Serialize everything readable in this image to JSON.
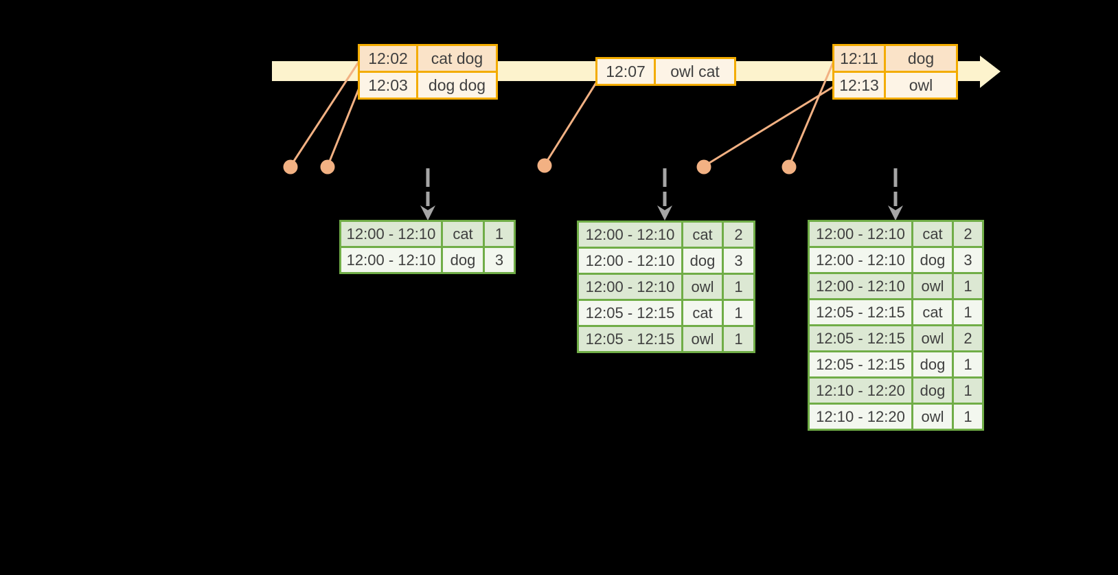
{
  "colors": {
    "background": "#000000",
    "timeline_fill": "#fdf3cd",
    "event_table_border": "#f3ac00",
    "event_row_dark": "#fae3c8",
    "event_row_light": "#fdf4e6",
    "result_table_border": "#70ad47",
    "result_row_dark": "#dce8d3",
    "result_row_light": "#f3f7ef",
    "connector_orange": "#f2b183",
    "trigger_arrow_gray": "#a6a6a6",
    "table_text": "#3f3f3f"
  },
  "event_tables": [
    {
      "rows": [
        {
          "time": "12:02",
          "words": "cat dog"
        },
        {
          "time": "12:03",
          "words": "dog dog"
        }
      ]
    },
    {
      "rows": [
        {
          "time": "12:07",
          "words": "owl cat"
        }
      ]
    },
    {
      "rows": [
        {
          "time": "12:11",
          "words": "dog"
        },
        {
          "time": "12:13",
          "words": "owl"
        }
      ]
    }
  ],
  "result_tables": [
    {
      "rows": [
        {
          "window": "12:00 - 12:10",
          "word": "cat",
          "count": "1"
        },
        {
          "window": "12:00 - 12:10",
          "word": "dog",
          "count": "3"
        }
      ]
    },
    {
      "rows": [
        {
          "window": "12:00 - 12:10",
          "word": "cat",
          "count": "2"
        },
        {
          "window": "12:00 - 12:10",
          "word": "dog",
          "count": "3"
        },
        {
          "window": "12:00 - 12:10",
          "word": "owl",
          "count": "1"
        },
        {
          "window": "12:05 - 12:15",
          "word": "cat",
          "count": "1"
        },
        {
          "window": "12:05 - 12:15",
          "word": "owl",
          "count": "1"
        }
      ]
    },
    {
      "rows": [
        {
          "window": "12:00 - 12:10",
          "word": "cat",
          "count": "2"
        },
        {
          "window": "12:00 - 12:10",
          "word": "dog",
          "count": "3"
        },
        {
          "window": "12:00 - 12:10",
          "word": "owl",
          "count": "1"
        },
        {
          "window": "12:05 - 12:15",
          "word": "cat",
          "count": "1"
        },
        {
          "window": "12:05 - 12:15",
          "word": "owl",
          "count": "2"
        },
        {
          "window": "12:05 - 12:15",
          "word": "dog",
          "count": "1"
        },
        {
          "window": "12:10 - 12:20",
          "word": "dog",
          "count": "1"
        },
        {
          "window": "12:10 - 12:20",
          "word": "owl",
          "count": "1"
        }
      ]
    }
  ]
}
